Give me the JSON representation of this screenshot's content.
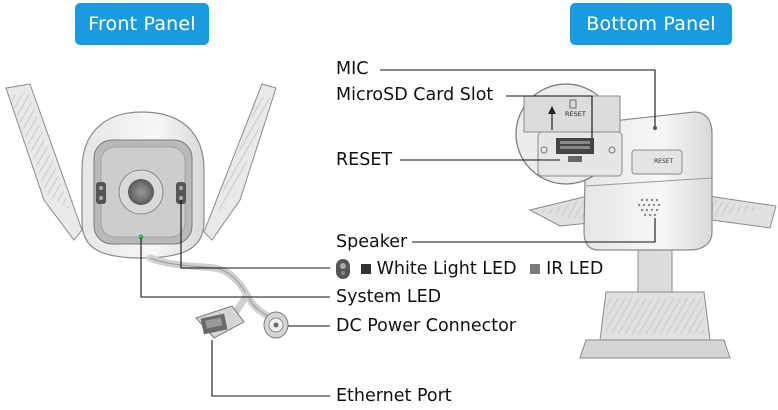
{
  "titles": {
    "front": "Front Panel",
    "bottom": "Bottom Panel"
  },
  "labels": {
    "mic": "MIC",
    "microsd": "MicroSD Card Slot",
    "reset": "RESET",
    "speaker": "Speaker",
    "white_light_led": "White Light LED",
    "ir_led": "IR LED",
    "system_led": "System LED",
    "dc_power": "DC Power Connector",
    "ethernet": "Ethernet Port"
  },
  "inset_text": {
    "reset_small": "RESET"
  },
  "colors": {
    "title_bg": "#1a9be0",
    "white_led_swatch": "#333333",
    "ir_led_swatch": "#7a7a7a",
    "system_led": "#2fb84a"
  }
}
